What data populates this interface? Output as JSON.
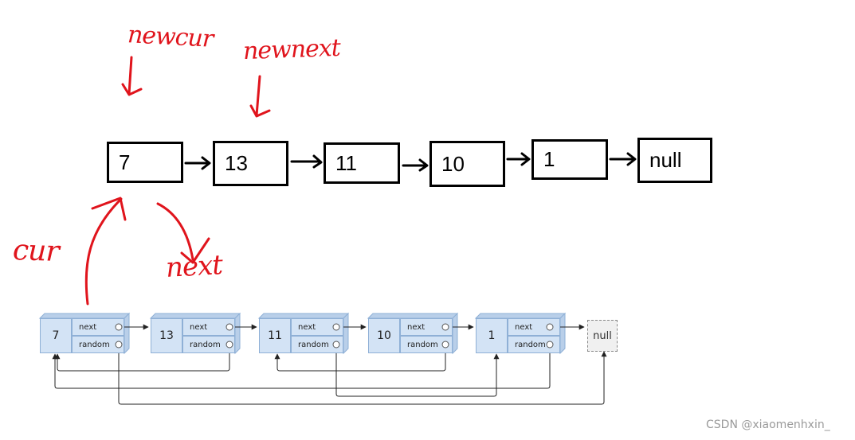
{
  "top_list": {
    "nodes": [
      "7",
      "13",
      "11",
      "10",
      "1",
      "null"
    ]
  },
  "annotations": {
    "newcur": "newcur",
    "newnext": "newnext",
    "cur": "cur",
    "next": "next"
  },
  "bottom_list": {
    "values": [
      "7",
      "13",
      "11",
      "10",
      "1"
    ],
    "next_label": "next",
    "random_label": "random",
    "null_label": "null"
  },
  "colors": {
    "annotation": "#e0141c",
    "node_fill": "#d3e3f5",
    "node_border": "#8fb0d6"
  },
  "watermark": "CSDN @xiaomenhxin_"
}
